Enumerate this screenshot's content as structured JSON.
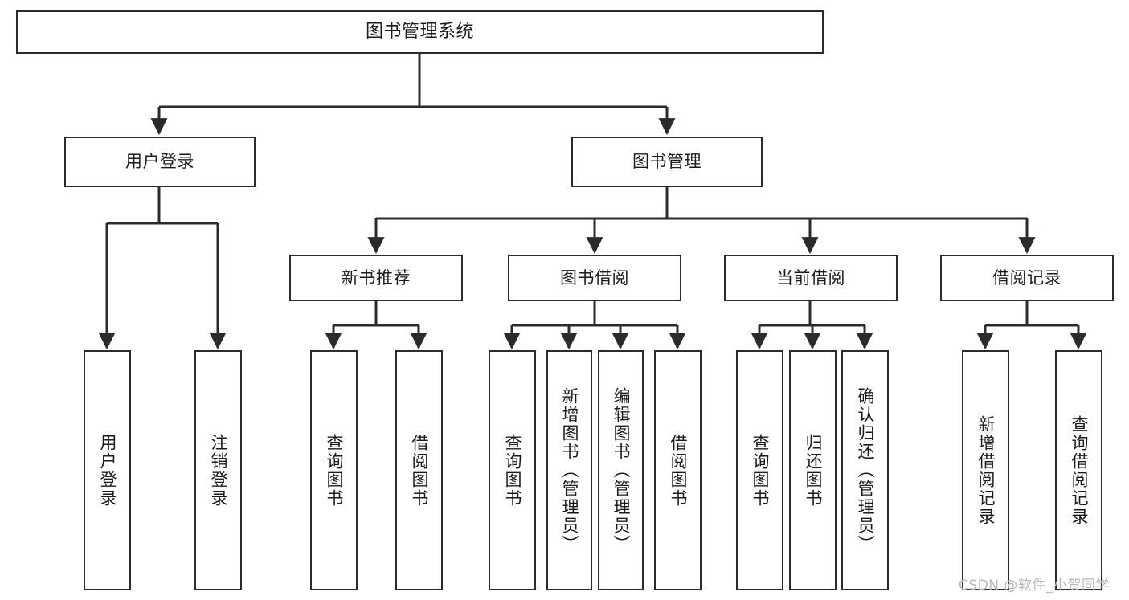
{
  "diagram": {
    "title": "图书管理系统",
    "type": "tree-hierarchy-diagram",
    "colors": {
      "box_border": "#2b2b2b",
      "box_fill": "#ffffff",
      "connector": "#2b2b2b",
      "text": "#1b1b1b",
      "watermark": "#b9b9b9",
      "background": "#ffffff"
    },
    "nodes": {
      "root": {
        "label": "图书管理系统"
      },
      "level2": [
        {
          "label": "用户登录"
        },
        {
          "label": "图书管理"
        }
      ],
      "level3": [
        {
          "label": "新书推荐"
        },
        {
          "label": "图书借阅"
        },
        {
          "label": "当前借阅"
        },
        {
          "label": "借阅记录"
        }
      ],
      "leaves_user_login": [
        {
          "label": "用户登录"
        },
        {
          "label": "注销登录"
        }
      ],
      "leaves_new_book": [
        {
          "label": "查询图书"
        },
        {
          "label": "借阅图书"
        }
      ],
      "leaves_borrow": [
        {
          "label": "查询图书"
        },
        {
          "label": "新增图书（管理员）"
        },
        {
          "label": "编辑图书（管理员）"
        },
        {
          "label": "借阅图书"
        }
      ],
      "leaves_current": [
        {
          "label": "查询图书"
        },
        {
          "label": "归还图书"
        },
        {
          "label": "确认归还（管理员）"
        }
      ],
      "leaves_record": [
        {
          "label": "新增借阅记录"
        },
        {
          "label": "查询借阅记录"
        }
      ]
    },
    "watermark": "CSDN @软件_小贺同学"
  }
}
